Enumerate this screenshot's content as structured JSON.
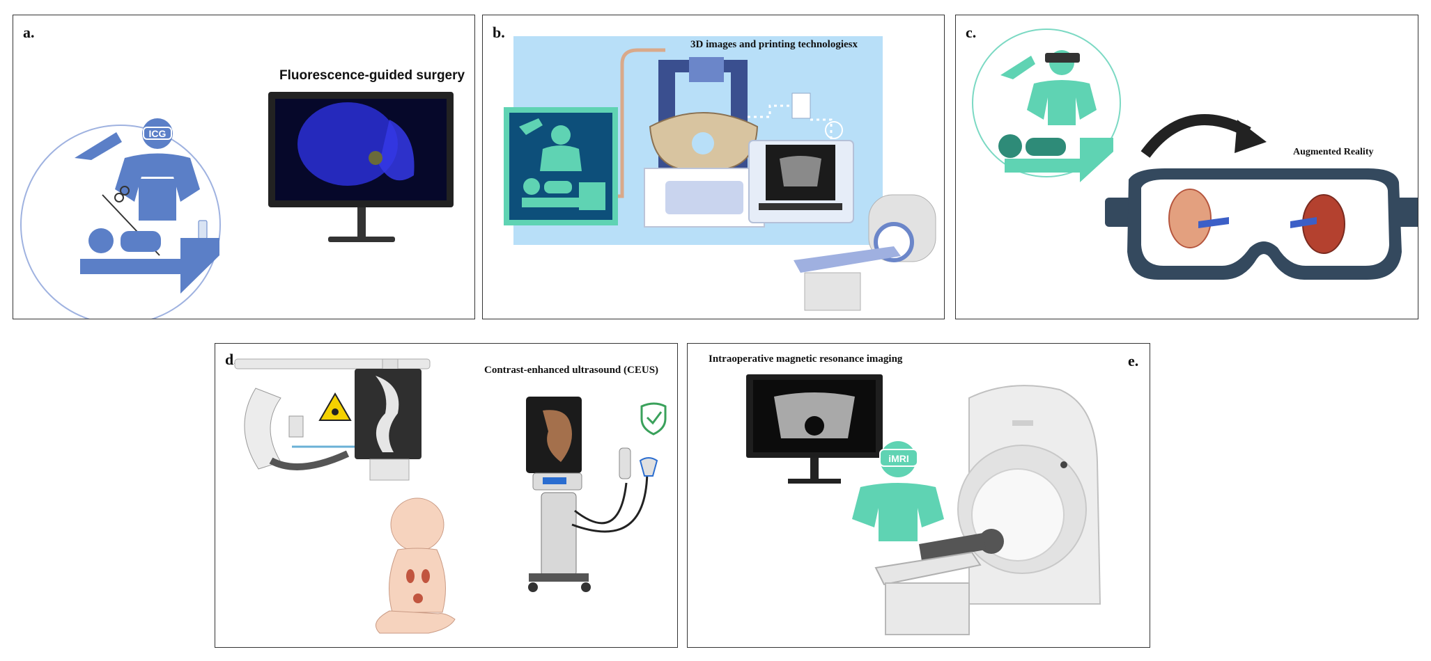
{
  "panels": {
    "a": {
      "label": "a.",
      "title": "Fluorescence-guided surgery",
      "headband_text": "ICG"
    },
    "b": {
      "label": "b.",
      "title": "3D images and printing technologiesx"
    },
    "c": {
      "label": "c.",
      "title": "Augmented Reality"
    },
    "d": {
      "label": "d.",
      "title": "Contrast-enhanced ultrasound (CEUS)"
    },
    "e": {
      "label": "e.",
      "title": "Intraoperative magnetic resonance imaging",
      "headband_text": "iMRI"
    }
  },
  "colors": {
    "surgeon_blue": "#5b7fc7",
    "surgeon_teal": "#5fd3b3",
    "fluorescence": "#2c2fd6",
    "ar_frame": "#34495e",
    "ar_outline": "#1f2a36"
  }
}
